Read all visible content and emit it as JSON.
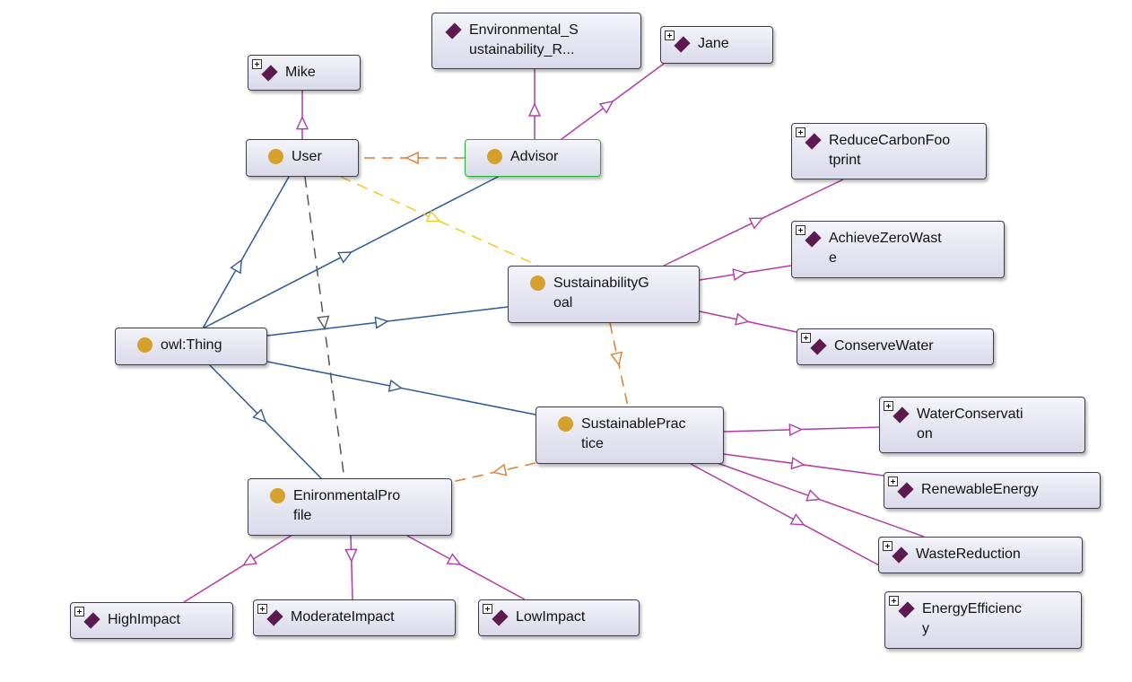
{
  "nodes": {
    "owl_thing": "owl:Thing",
    "user": "User",
    "advisor": "Advisor",
    "sustainability_goal": "SustainabilityG\noal",
    "sustainable_practice": "SustainablePrac\ntice",
    "environmental_profile": "EnironmentalPro\nfile",
    "mike": "Mike",
    "jane": "Jane",
    "env_sustainability": "Environmental_S\nustainability_R...",
    "reduce_carbon": "ReduceCarbonFoo\ntprint",
    "achieve_zero_waste": "AchieveZeroWast\ne",
    "conserve_water": "ConserveWater",
    "water_conservation": "WaterConservati\non",
    "renewable_energy": "RenewableEnergy",
    "waste_reduction": "WasteReduction",
    "energy_efficiency": "EnergyEfficienc\ny",
    "high_impact": "HighImpact",
    "moderate_impact": "ModerateImpact",
    "low_impact": "LowImpact"
  },
  "colors": {
    "subclass_edge": "#2a5a9a",
    "individual_edge": "#b03aa8",
    "object_property_edge": "#e07a2e",
    "goal_property_edge": "#f2c91e",
    "dashed_edge": "#555555",
    "class_dot": "#d4a22c",
    "individual_diamond": "#5c1a4e",
    "selected_border": "#21b23a"
  }
}
